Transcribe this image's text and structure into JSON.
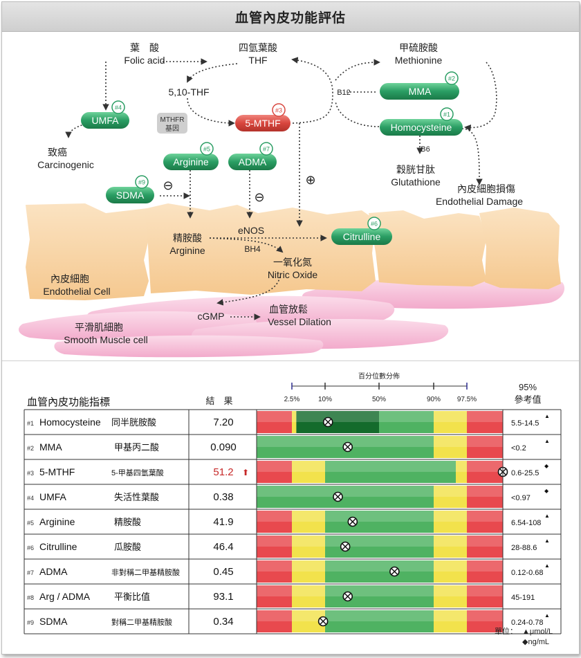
{
  "title": "血管內皮功能評估",
  "diagram": {
    "folic_acid_zh": "葉　酸",
    "folic_acid_en": "Folic acid",
    "thf_zh": "四氫葉酸",
    "thf_en": "THF",
    "methionine_zh": "甲硫胺酸",
    "methionine_en": "Methionine",
    "b12": "B12",
    "mma": "MMA",
    "mma_no": "#2",
    "methylene_thf": "5,10-THF",
    "mthfr_line1": "MTHFR",
    "mthfr_line2": "基因",
    "mthf": "5-MTHF",
    "mthf_no": "#3",
    "homocysteine": "Homocysteine",
    "homocysteine_no": "#1",
    "umfa": "UMFA",
    "umfa_no": "#4",
    "carcinogenic_zh": "致癌",
    "carcinogenic_en": "Carcinogenic",
    "arginine_pill": "Arginine",
    "arginine_no": "#5",
    "adma": "ADMA",
    "adma_no": "#7",
    "b6": "B6",
    "glutathione_zh": "穀胱甘肽",
    "glutathione_en": "Glutathione",
    "endothelial_damage_zh": "內皮細胞損傷",
    "endothelial_damage_en": "Endothelial Damage",
    "sdma": "SDMA",
    "sdma_no": "#9",
    "minus": "⊖",
    "plus": "⊕",
    "enos": "eNOS",
    "arginine_zh": "精胺酸",
    "arginine_en": "Arginine",
    "bh4": "BH4",
    "citrulline": "Citrulline",
    "citrulline_no": "#6",
    "no_zh": "一氧化氮",
    "no_en": "Nitric Oxide",
    "endothelial_cell_zh": "內皮細胞",
    "endothelial_cell_en": "Endothelial Cell",
    "cgmp": "cGMP",
    "dilation_zh": "血管放鬆",
    "dilation_en": "Vessel Dilation",
    "smooth_zh": "平滑肌細胞",
    "smooth_en": "Smooth Muscle cell"
  },
  "table": {
    "heading": "血管內皮功能指標",
    "result_header": "結　果",
    "percentile_title": "百分位數分佈",
    "percentile_ticks": [
      {
        "label": "2.5%",
        "pct": 2.5
      },
      {
        "label": "10%",
        "pct": 10
      },
      {
        "label": "50%",
        "pct": 50
      },
      {
        "label": "90%",
        "pct": 90
      },
      {
        "label": "97.5%",
        "pct": 97.5
      }
    ],
    "ref_header_line1": "95%",
    "ref_header_line2": "參考值",
    "unit_label": "單位：",
    "unit_line1": "▲μmol/L",
    "unit_line2": "◆ng/mL",
    "alert_color": "#c62828",
    "rows": [
      {
        "no": "#1",
        "name": "Homocysteine",
        "zh": "同半胱胺酸",
        "value": "7.20",
        "alert": false,
        "ref": "5.5-14.5",
        "ref_mark": "▲",
        "marker": 0.29,
        "scheme": "homocysteine"
      },
      {
        "no": "#2",
        "name": "MMA",
        "zh": "甲基丙二酸",
        "value": "0.090",
        "alert": false,
        "ref": "<0.2",
        "ref_mark": "▲",
        "marker": 0.37,
        "scheme": "low_good"
      },
      {
        "no": "#3",
        "name": "5-MTHF",
        "zh": "5-甲基四氫葉酸",
        "value": "51.2",
        "alert": true,
        "arrow": "⬆",
        "ref": "0.6-25.5",
        "ref_mark": "◆",
        "marker": 1.0,
        "scheme": "mthf"
      },
      {
        "no": "#4",
        "name": "UMFA",
        "zh": "失活性葉酸",
        "value": "0.38",
        "alert": false,
        "ref": "<0.97",
        "ref_mark": "◆",
        "marker": 0.33,
        "scheme": "low_good"
      },
      {
        "no": "#5",
        "name": "Arginine",
        "zh": "精胺酸",
        "value": "41.9",
        "alert": false,
        "ref": "6.54-108",
        "ref_mark": "▲",
        "marker": 0.39,
        "scheme": "standard"
      },
      {
        "no": "#6",
        "name": "Citrulline",
        "zh": "瓜胺酸",
        "value": "46.4",
        "alert": false,
        "ref": "28-88.6",
        "ref_mark": "▲",
        "marker": 0.36,
        "scheme": "standard"
      },
      {
        "no": "#7",
        "name": "ADMA",
        "zh": "非對稱二甲基精胺酸",
        "value": "0.45",
        "alert": false,
        "ref": "0.12-0.68",
        "ref_mark": "▲",
        "marker": 0.56,
        "scheme": "standard"
      },
      {
        "no": "#8",
        "name": "Arg / ADMA",
        "zh": "平衡比值",
        "value": "93.1",
        "alert": false,
        "ref": "45-191",
        "ref_mark": "",
        "marker": 0.37,
        "scheme": "standard"
      },
      {
        "no": "#9",
        "name": "SDMA",
        "zh": "對稱二甲基精胺酸",
        "value": "0.34",
        "alert": false,
        "ref": "0.24-0.78",
        "ref_mark": "▲",
        "marker": 0.27,
        "scheme": "standard"
      }
    ]
  },
  "colors": {
    "pill_green": "#2a9d63",
    "pill_red": "#d8463e",
    "cell_orange": "#f7d4a4",
    "muscle_pink": "#f6c2dc",
    "zone_red": "#e8494e",
    "zone_yellow": "#f2e24c",
    "zone_green": "#4fb262",
    "zone_dark_green": "#146b2c"
  }
}
